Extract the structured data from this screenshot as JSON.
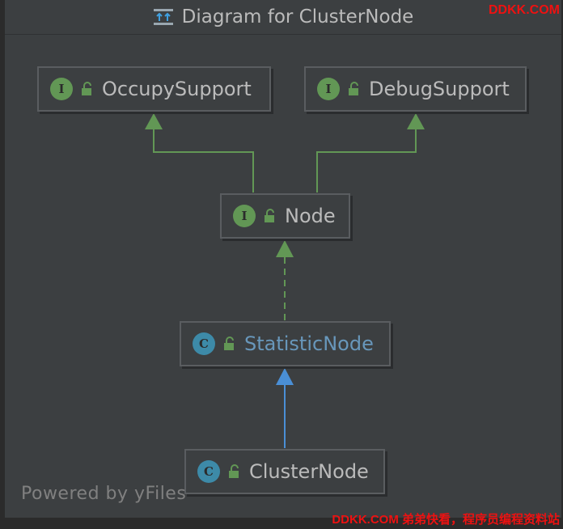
{
  "window": {
    "title": "Diagram for ClusterNode"
  },
  "nodes": {
    "occupy": {
      "name": "OccupySupport",
      "kind": "I"
    },
    "debug": {
      "name": "DebugSupport",
      "kind": "I"
    },
    "node": {
      "name": "Node",
      "kind": "I"
    },
    "statistic": {
      "name": "StatisticNode",
      "kind": "C"
    },
    "cluster": {
      "name": "ClusterNode",
      "kind": "C"
    }
  },
  "footer": {
    "powered_by": "Powered by yFiles"
  },
  "watermarks": {
    "top": "DDKK.COM",
    "bottom": "DDKK.COM 弟弟快看，程序员编程资料站"
  },
  "colors": {
    "interface_badge": "#629755",
    "class_badge": "#3d8aa8",
    "interface_edge": "#629755",
    "class_edge": "#4a8fd6"
  }
}
